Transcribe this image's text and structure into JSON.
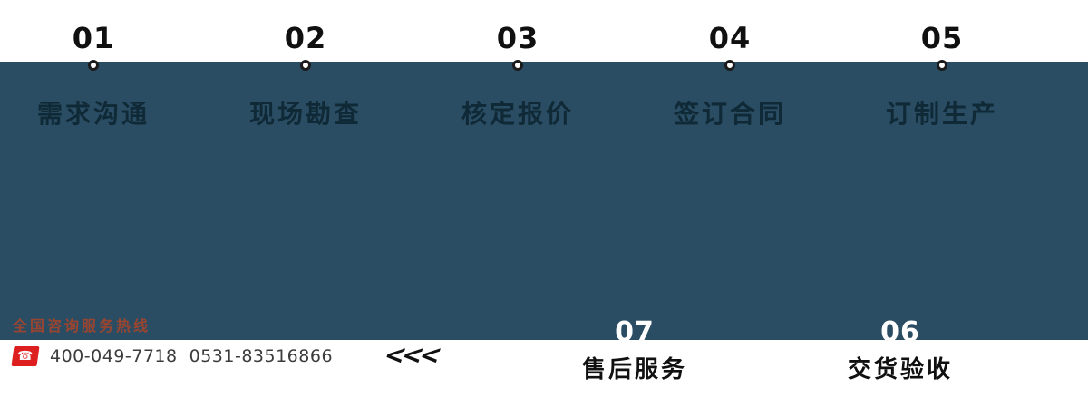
{
  "steps": {
    "top": [
      {
        "number": "01",
        "label": "需求沟通"
      },
      {
        "number": "02",
        "label": "现场勘查"
      },
      {
        "number": "03",
        "label": "核定报价"
      },
      {
        "number": "04",
        "label": "签订合同"
      },
      {
        "number": "05",
        "label": "订制生产"
      }
    ],
    "bottom": [
      {
        "number": "07",
        "label": "售后服务"
      },
      {
        "number": "06",
        "label": "交货验收"
      }
    ]
  },
  "arrows": {
    "glyphs": "<<<",
    "direction": "left"
  },
  "hotline": {
    "title": "全国咨询服务热线",
    "phone_icon": "phone-icon",
    "phone_icon_glyph": "☎",
    "numbers": [
      "400-049-7718",
      "0531-83516866"
    ]
  },
  "colors": {
    "band": "#2a4d64",
    "step_label_top": "#0f2936",
    "step_number_top": "#101010",
    "step_number_bottom": "#ffffff",
    "step_label_bottom": "#101010",
    "hotline_title": "#9a4530",
    "phone_icon_bg": "#dd1f1f",
    "hotline_number": "#3c3c3c"
  }
}
